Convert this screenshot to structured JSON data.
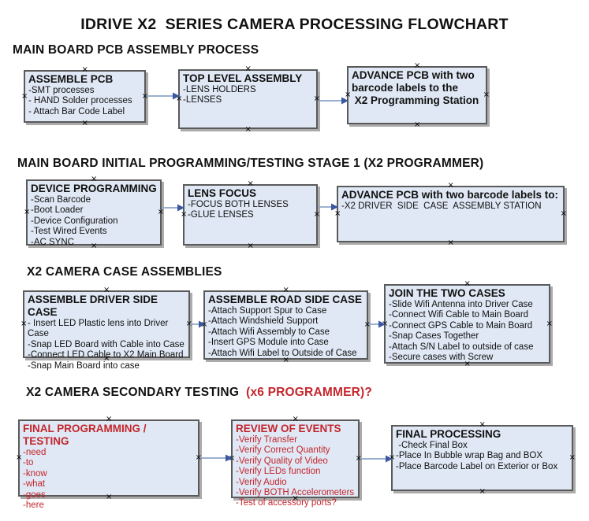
{
  "glyphs": {
    "handle": "×"
  },
  "colors": {
    "box_fill": "#dfe8f4",
    "box_border": "#5a5a5a",
    "arrow_line": "#8ca4c9",
    "arrow_head": "#3a57a0",
    "red_text": "#c4262c",
    "black_text": "#111111"
  },
  "title": "IDRIVE X2  SERIES CAMERA PROCESSING FLOWCHART",
  "sections": [
    {
      "heading": "MAIN BOARD PCB ASSEMBLY PROCESS",
      "boxes": [
        {
          "title": "ASSEMBLE PCB",
          "lines": [
            "-SMT processes",
            "- HAND Solder processes",
            "- Attach Bar Code Label"
          ]
        },
        {
          "title": "TOP LEVEL ASSEMBLY",
          "lines": [
            "-LENS HOLDERS",
            "-LENSES"
          ]
        },
        {
          "title": "ADVANCE PCB with two\nbarcode labels to the\n X2 Programming Station",
          "lines": []
        }
      ]
    },
    {
      "heading": "MAIN BOARD INITIAL PROGRAMMING/TESTING STAGE 1 (X2 PROGRAMMER)",
      "boxes": [
        {
          "title": "DEVICE PROGRAMMING",
          "lines": [
            "-Scan Barcode",
            "-Boot Loader",
            "-Device Configuration",
            "-Test Wired Events",
            "-AC SYNC"
          ]
        },
        {
          "title": "LENS FOCUS",
          "lines": [
            "-FOCUS BOTH LENSES",
            "-GLUE LENSES"
          ]
        },
        {
          "title": "ADVANCE PCB with two barcode labels to:",
          "lines": [
            "-X2 DRIVER  SIDE  CASE  ASSEMBLY STATION"
          ]
        }
      ]
    },
    {
      "heading": "X2 CAMERA CASE ASSEMBLIES",
      "boxes": [
        {
          "title": "ASSEMBLE DRIVER SIDE CASE",
          "lines": [
            "- Insert LED Plastic lens into Driver Case",
            "-Snap LED Board with Cable into Case",
            "-Connect LED Cable to X2 Main Board",
            "-Snap Main Board into case"
          ]
        },
        {
          "title": "ASSEMBLE ROAD SIDE CASE",
          "lines": [
            "-Attach Support Spur to Case",
            "-Attach Windshield Support",
            "-Attach Wifi Assembly to Case",
            "-Insert GPS Module into Case",
            "-Attach Wifi Label to Outside of Case"
          ]
        },
        {
          "title": "JOIN THE TWO CASES",
          "lines": [
            "-Slide Wifi Antenna into Driver Case",
            "-Connect Wifi Cable to Main Board",
            "-Connect GPS Cable to Main Board",
            "-Snap Cases Together",
            "-Attach S/N Label to outside of case",
            "-Secure cases with Screw"
          ]
        }
      ]
    },
    {
      "heading": "X2 CAMERA SECONDARY TESTING ",
      "heading_red": " (x6 PROGRAMMER)?",
      "boxes": [
        {
          "title": "FINAL PROGRAMMING / TESTING",
          "lines": [
            "-need",
            "-to",
            "-know",
            "-what",
            "-goes",
            "-here"
          ]
        },
        {
          "title": "REVIEW OF EVENTS",
          "lines": [
            "-Verify Transfer",
            "-Verify Correct Quantity",
            "-Verify Quality of Video",
            "-Verify LEDs function",
            "-Verify Audio",
            "-Verify BOTH Accelerometers",
            "-Test of accessory ports?"
          ]
        },
        {
          "title": "FINAL PROCESSING",
          "lines": [
            " -Check Final Box",
            "-Place In Bubble wrap Bag and BOX",
            "-Place Barcode Label on Exterior or Box"
          ]
        }
      ]
    }
  ]
}
